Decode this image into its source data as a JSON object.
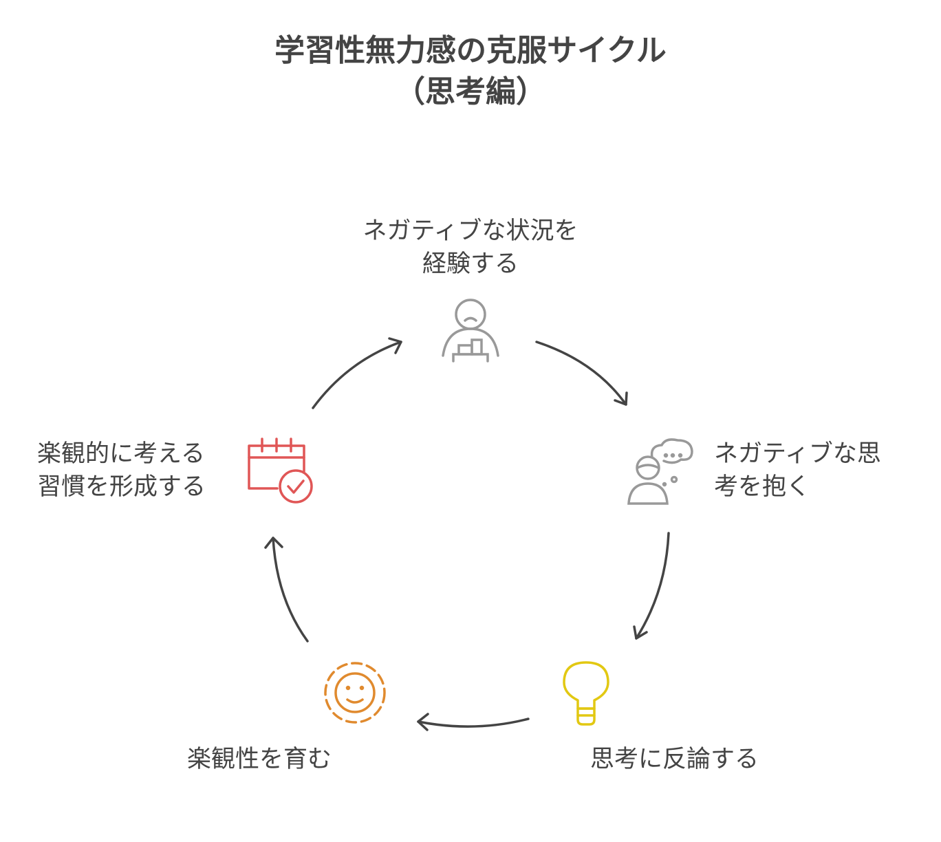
{
  "title": {
    "line1": "学習性無力感の克服サイクル",
    "line2": "（思考編）"
  },
  "steps": [
    {
      "line1": "ネガティブな状況を",
      "line2": "経験する",
      "icon": "person-frown-icon",
      "color": "#999999"
    },
    {
      "line1": "ネガティブな思",
      "line2": "考を抱く",
      "icon": "person-thought-bubble-icon",
      "color": "#999999"
    },
    {
      "line1": "思考に反論する",
      "icon": "lightbulb-icon",
      "color": "#e2c812"
    },
    {
      "line1": "楽観性を育む",
      "icon": "smiley-dashed-circle-icon",
      "color": "#e08a2e"
    },
    {
      "line1": "楽観的に考える",
      "line2": "習慣を形成する",
      "icon": "calendar-check-icon",
      "color": "#e05656"
    }
  ],
  "arrow_color": "#444444"
}
